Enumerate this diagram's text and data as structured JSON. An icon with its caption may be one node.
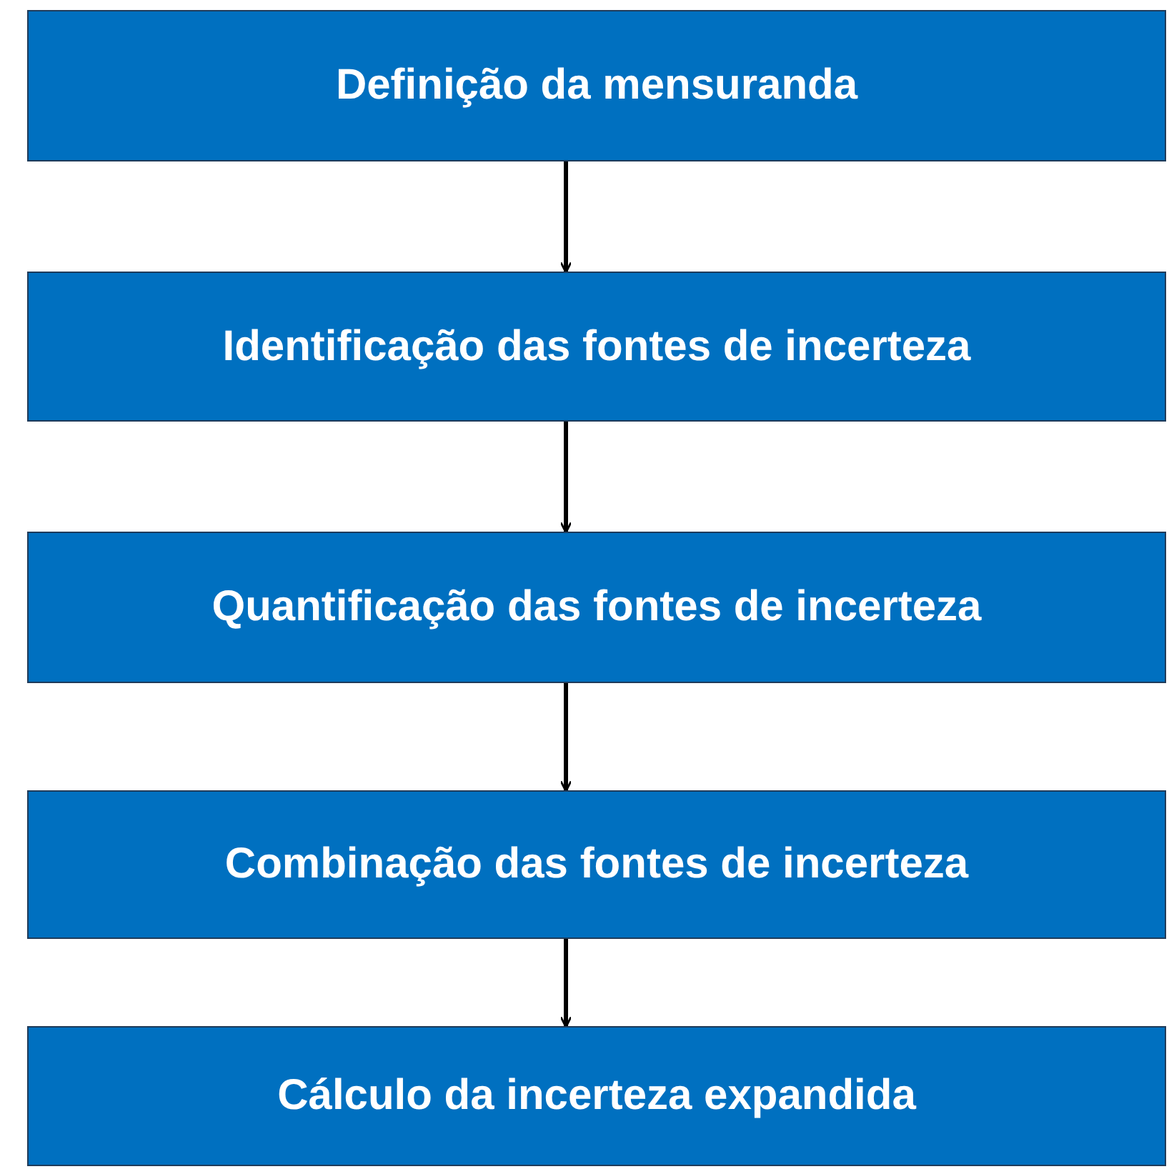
{
  "diagram": {
    "nodes": [
      {
        "text": [
          "Definição da mensuranda"
        ]
      },
      {
        "text": [
          "Identificação das fontes de incerteza"
        ]
      },
      {
        "text": [
          "Quantificação das fontes de incerteza"
        ]
      },
      {
        "text": [
          "Combinação das fontes de incerteza"
        ]
      },
      {
        "text": [
          "Cálculo da incerteza expandida"
        ]
      }
    ],
    "edges": [
      {
        "from": 0,
        "to": 1,
        "arrow": "to"
      },
      {
        "from": 1,
        "to": 2,
        "arrow": "to"
      },
      {
        "from": 2,
        "to": 3,
        "arrow": "to"
      },
      {
        "from": 3,
        "to": 4,
        "arrow": "to"
      }
    ]
  }
}
